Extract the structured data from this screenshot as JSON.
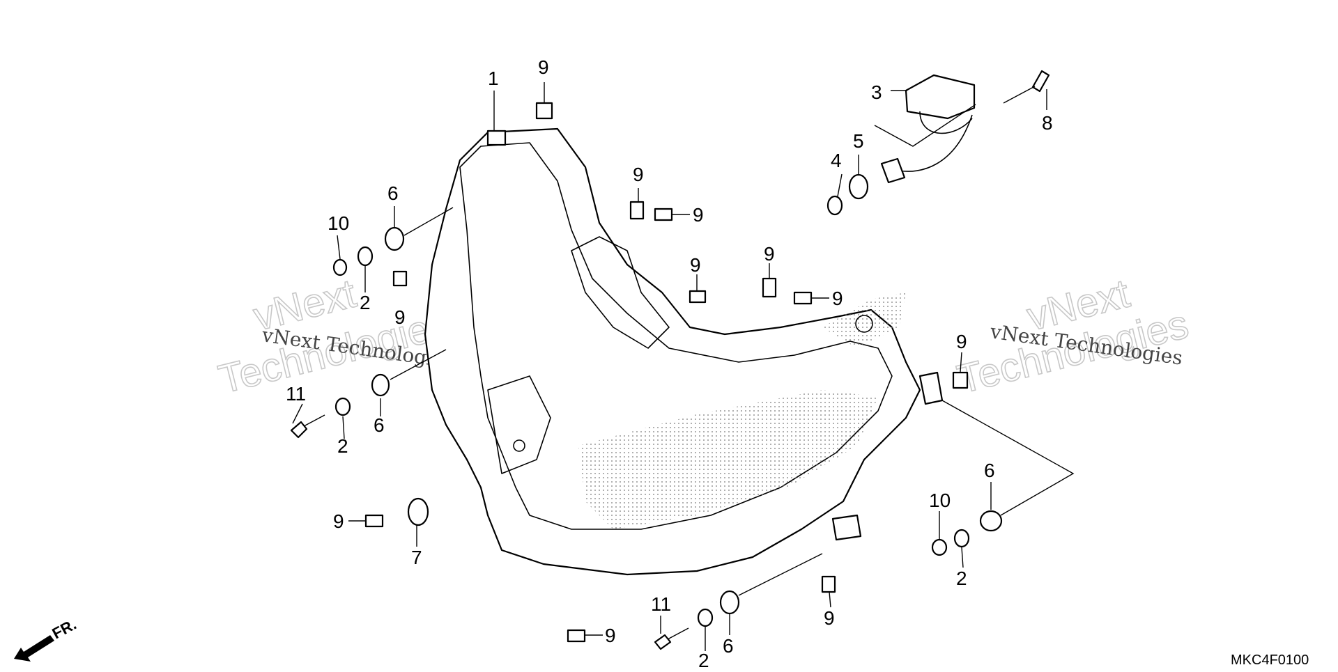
{
  "diagram": {
    "code": "MKC4F0100",
    "direction_label": "FR.",
    "watermark": {
      "left_text": "vNext Technologies",
      "right_text": "vNext Technologies",
      "outline_text_1": "vNext",
      "outline_text_2": "Technologies"
    },
    "callouts": {
      "c1": "1",
      "c2a": "2",
      "c2b": "2",
      "c2c": "2",
      "c2d": "2",
      "c3": "3",
      "c4": "4",
      "c5": "5",
      "c6a": "6",
      "c6b": "6",
      "c6c": "6",
      "c6d": "6",
      "c7": "7",
      "c8": "8",
      "c9a": "9",
      "c9b": "9",
      "c9c": "9",
      "c9d": "9",
      "c9e": "9",
      "c9f": "9",
      "c9g": "9",
      "c9h": "9",
      "c9i": "9",
      "c9j": "9",
      "c9k": "9",
      "c10a": "10",
      "c10b": "10",
      "c11a": "11",
      "c11b": "11"
    }
  }
}
